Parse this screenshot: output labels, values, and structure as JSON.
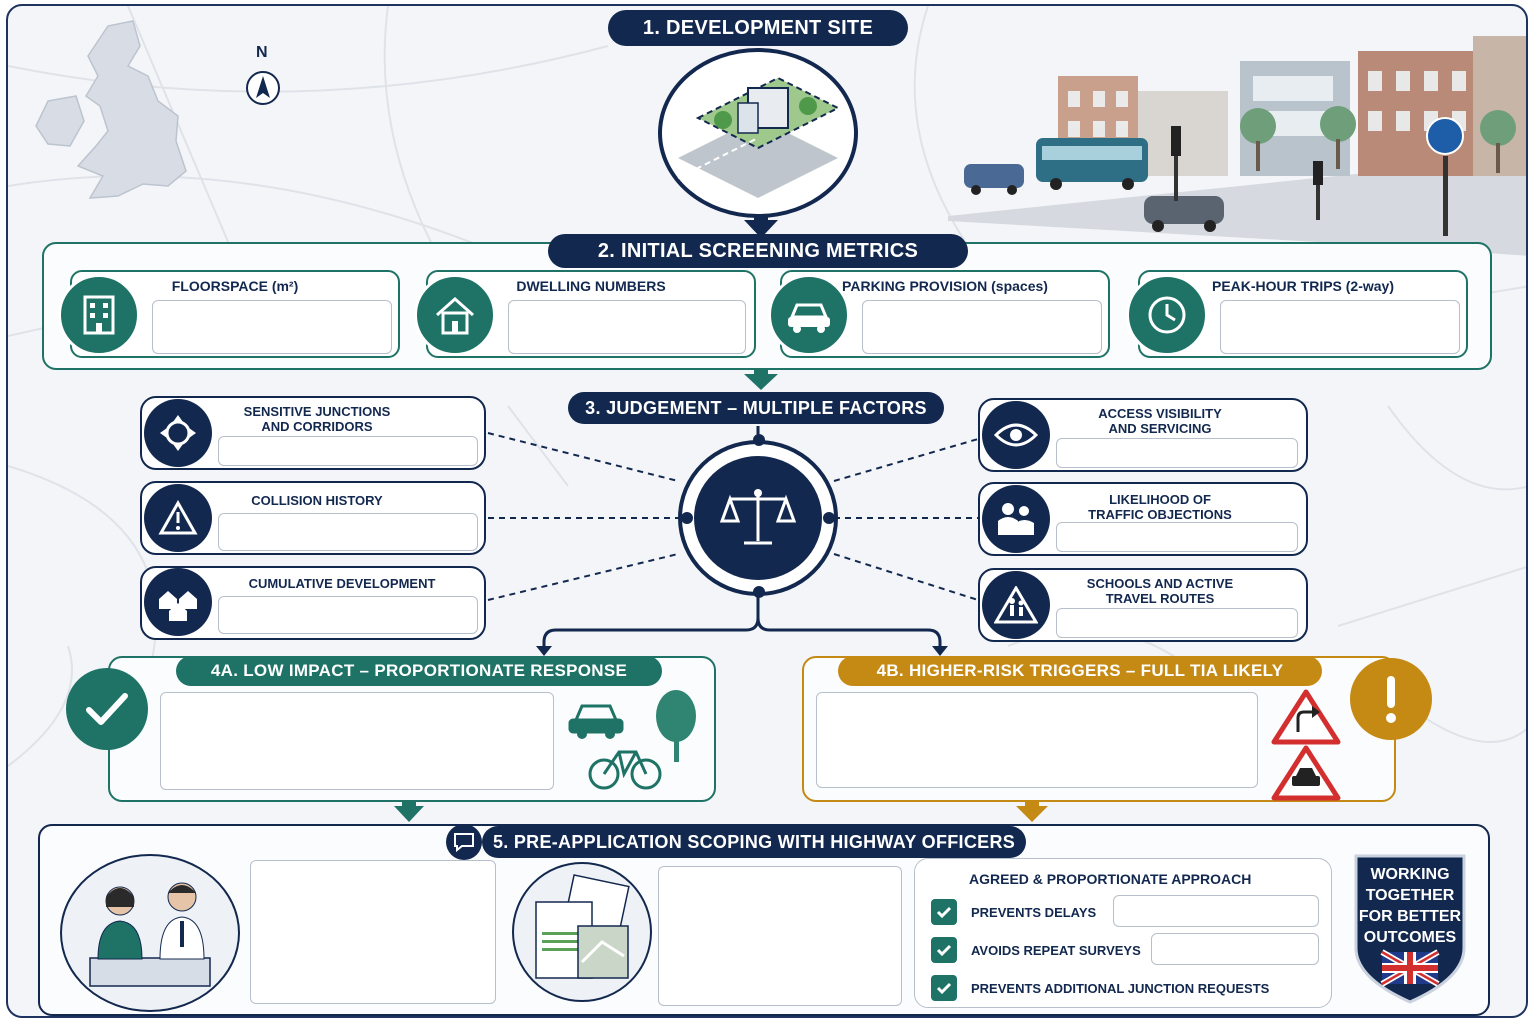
{
  "steps": {
    "s1": "1. DEVELOPMENT SITE",
    "s2": "2. INITIAL SCREENING METRICS",
    "s3": "3. JUDGEMENT – MULTIPLE FACTORS",
    "s4a": "4A. LOW IMPACT – PROPORTIONATE RESPONSE",
    "s4b": "4B. HIGHER-RISK TRIGGERS – FULL TIA LIKELY",
    "s5": "5. PRE-APPLICATION SCOPING WITH HIGHWAY OFFICERS"
  },
  "compass": "N",
  "metrics": [
    {
      "label": "FLOORSPACE (m²)",
      "icon": "building-icon"
    },
    {
      "label": "DWELLING NUMBERS",
      "icon": "house-icon"
    },
    {
      "label": "PARKING PROVISION (spaces)",
      "icon": "car-icon"
    },
    {
      "label": "PEAK-HOUR TRIPS (2-way)",
      "icon": "clock-icon"
    }
  ],
  "factors_left": [
    {
      "label": "SENSITIVE JUNCTIONS\nAND CORRIDORS",
      "icon": "junction-target-icon"
    },
    {
      "label": "COLLISION HISTORY",
      "icon": "warning-triangle-icon"
    },
    {
      "label": "CUMULATIVE DEVELOPMENT",
      "icon": "houses-icon"
    }
  ],
  "factors_right": [
    {
      "label": "ACCESS VISIBILITY\nAND SERVICING",
      "icon": "eye-icon"
    },
    {
      "label": "LIKELIHOOD OF\nTRAFFIC OBJECTIONS",
      "icon": "people-icon"
    },
    {
      "label": "SCHOOLS AND ACTIVE\nTRAVEL ROUTES",
      "icon": "school-crossing-icon"
    }
  ],
  "approach": {
    "title": "AGREED & PROPORTIONATE APPROACH",
    "items": [
      "PREVENTS DELAYS",
      "AVOIDS REPEAT SURVEYS",
      "PREVENTS ADDITIONAL JUNCTION REQUESTS"
    ]
  },
  "badge": {
    "lines": [
      "WORKING",
      "TOGETHER",
      "FOR BETTER",
      "OUTCOMES"
    ]
  },
  "colors": {
    "navy": "#13284f",
    "teal": "#1e7366",
    "amber": "#c48a14",
    "red": "#d32f2f"
  }
}
